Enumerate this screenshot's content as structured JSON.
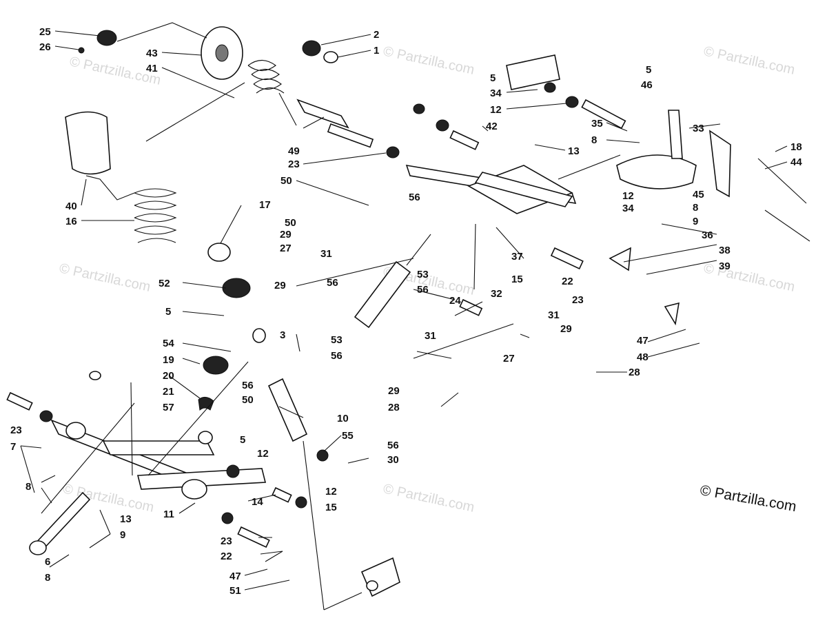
{
  "copyright": "© Partzilla.com",
  "watermark": "© Partzilla.com",
  "callouts": [
    "25",
    "26",
    "43",
    "41",
    "2",
    "1",
    "5",
    "34",
    "12",
    "42",
    "5",
    "46",
    "35",
    "8",
    "33",
    "18",
    "44",
    "13",
    "49",
    "23",
    "40",
    "50",
    "56",
    "16",
    "17",
    "12",
    "34",
    "45",
    "8",
    "9",
    "36",
    "50",
    "29",
    "27",
    "31",
    "53",
    "15",
    "37",
    "38",
    "39",
    "52",
    "29",
    "56",
    "56",
    "22",
    "23",
    "32",
    "31",
    "5",
    "3",
    "24",
    "53",
    "56",
    "31",
    "29",
    "27",
    "47",
    "48",
    "54",
    "19",
    "28",
    "20",
    "21",
    "57",
    "29",
    "28",
    "23",
    "56",
    "50",
    "10",
    "7",
    "55",
    "56",
    "30",
    "5",
    "12",
    "8",
    "14",
    "12",
    "15",
    "13",
    "11",
    "9",
    "6",
    "8",
    "23",
    "22",
    "47",
    "51"
  ]
}
